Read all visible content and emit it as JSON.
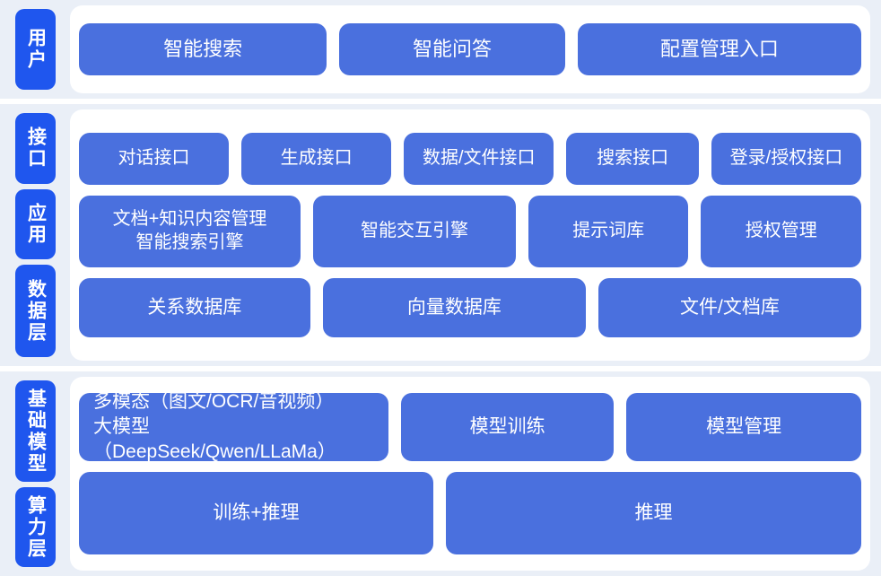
{
  "theme": {
    "page_background": "#eaeff7",
    "card_background": "#ffffff",
    "rail_tab_color": "#1f56ee",
    "node_color": "#4a70de",
    "node_text_color": "#ffffff"
  },
  "bands": [
    {
      "id": "user",
      "rail_tabs": [
        {
          "label": "用户"
        }
      ],
      "rows": [
        {
          "id": "user-row",
          "nodes": [
            {
              "label": "智能搜索",
              "flex": 274
            },
            {
              "label": "智能问答",
              "flex": 248
            },
            {
              "label": "配置管理入口",
              "flex": 316
            }
          ]
        }
      ]
    },
    {
      "id": "middle",
      "rail_tabs": [
        {
          "label": "接口"
        },
        {
          "label": "应用"
        },
        {
          "label": "数据层"
        }
      ],
      "rows": [
        {
          "id": "api-row",
          "nodes": [
            {
              "label": "对话接口",
              "flex": 170
            },
            {
              "label": "生成接口",
              "flex": 170
            },
            {
              "label": "数据/文件接口",
              "flex": 170
            },
            {
              "label": "搜索接口",
              "flex": 148
            },
            {
              "label": "登录/授权接口",
              "flex": 170
            }
          ]
        },
        {
          "id": "app-row",
          "nodes": [
            {
              "label": "文档+知识内容管理\n智能搜索引擎",
              "flex": 253
            },
            {
              "label": "智能交互引擎",
              "flex": 230
            },
            {
              "label": "提示词库",
              "flex": 178
            },
            {
              "label": "授权管理",
              "flex": 178
            }
          ]
        },
        {
          "id": "data-row",
          "nodes": [
            {
              "label": "关系数据库",
              "flex": 253
            },
            {
              "label": "向量数据库",
              "flex": 290
            },
            {
              "label": "文件/文档库",
              "flex": 290
            }
          ]
        }
      ]
    },
    {
      "id": "base",
      "rail_tabs": [
        {
          "label": "基础模型"
        },
        {
          "label": "算力层"
        }
      ],
      "rows": [
        {
          "id": "model-row",
          "nodes": [
            {
              "label": "多模态（图文/OCR/音视频）\n大模型（DeepSeek/Qwen/LLaMa）",
              "flex": 337,
              "style": "multimodal"
            },
            {
              "label": "模型训练",
              "flex": 232
            },
            {
              "label": "模型管理",
              "flex": 258
            }
          ]
        },
        {
          "id": "compute-row",
          "nodes": [
            {
              "label": "训练+推理",
              "flex": 395
            },
            {
              "label": "推理",
              "flex": 466
            }
          ]
        }
      ]
    }
  ]
}
